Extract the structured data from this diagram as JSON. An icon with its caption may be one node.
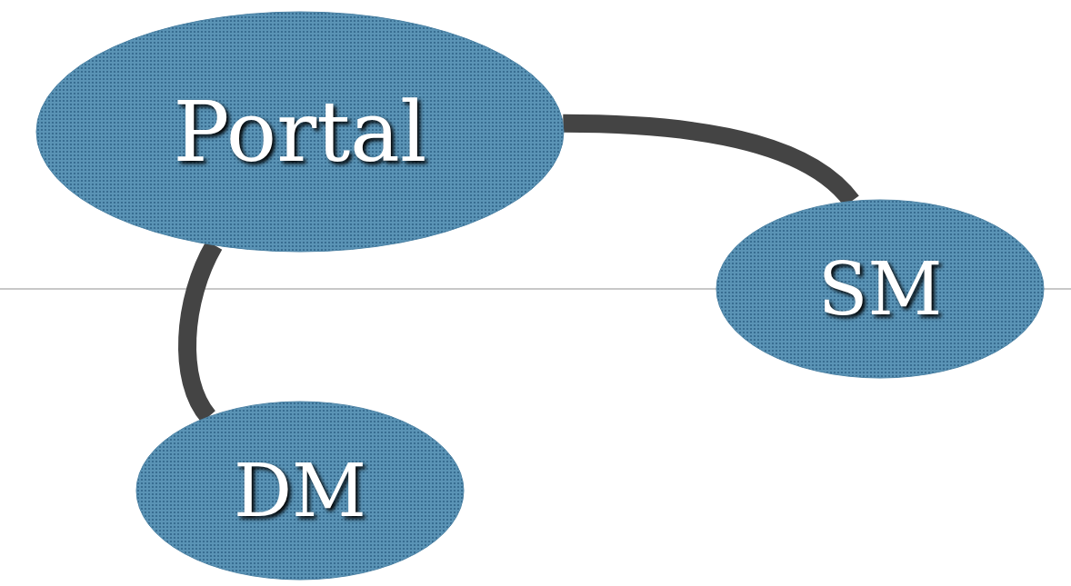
{
  "diagram": {
    "nodes": [
      {
        "text": [
          "Portal"
        ]
      },
      {
        "text": [
          "SM"
        ]
      },
      {
        "text": [
          "DM"
        ]
      }
    ],
    "edges": [
      {
        "from": 0,
        "to": 1,
        "arrow": "none"
      },
      {
        "from": 0,
        "to": 2,
        "arrow": "none"
      }
    ]
  }
}
